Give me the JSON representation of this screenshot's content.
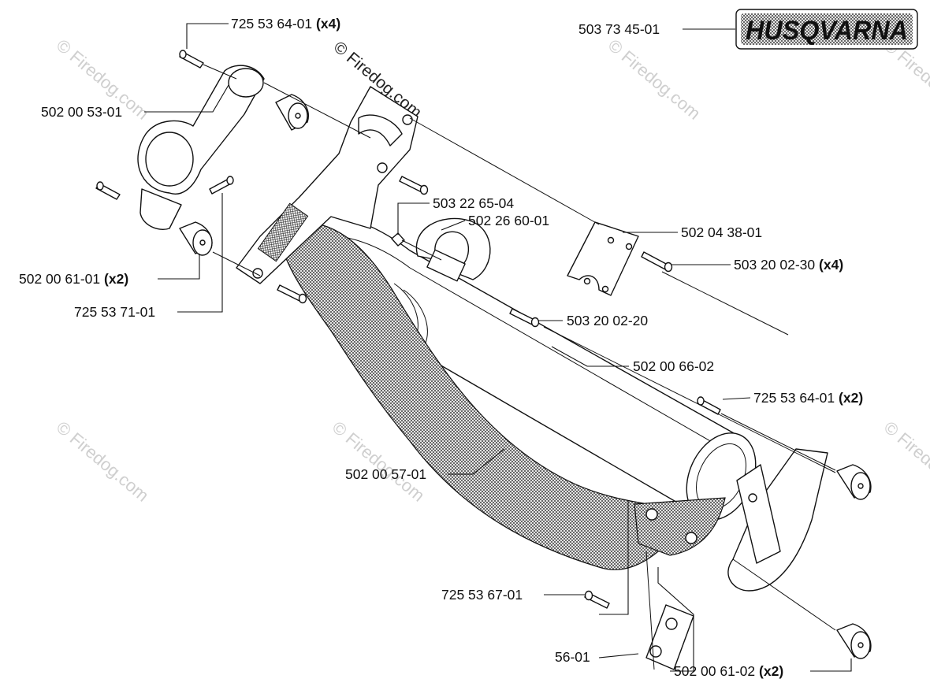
{
  "watermark": {
    "main": "© Firedog.com",
    "tiled": "© Firedog.com"
  },
  "logo": {
    "text": "HUSQVARNA"
  },
  "parts": {
    "p_725536401_top": {
      "number": "725 53 64-01",
      "qty": "(x4)"
    },
    "p_503734501": {
      "number": "503 73 45-01"
    },
    "p_502005301": {
      "number": "502 00 53-01"
    },
    "p_503226504": {
      "number": "503 22 65-04"
    },
    "p_502266001": {
      "number": "502 26 60-01"
    },
    "p_502043801": {
      "number": "502 04 38-01"
    },
    "p_503200230": {
      "number": "503 20 02-30",
      "qty": "(x4)"
    },
    "p_502006101": {
      "number": "502 00 61-01",
      "qty": "(x2)"
    },
    "p_725537101": {
      "number": "725 53 71-01"
    },
    "p_503200220": {
      "number": "503 20 02-20"
    },
    "p_502006602": {
      "number": "502 00 66-02"
    },
    "p_725536401_right": {
      "number": "725 53 64-01",
      "qty": "(x2)"
    },
    "p_502005701": {
      "number": "502 00 57-01"
    },
    "p_725536701": {
      "number": "725 53 67-01"
    },
    "p_partial": {
      "number": "56-01"
    },
    "p_502006102": {
      "number": "502 00 61-02",
      "qty": "(x2)"
    }
  }
}
